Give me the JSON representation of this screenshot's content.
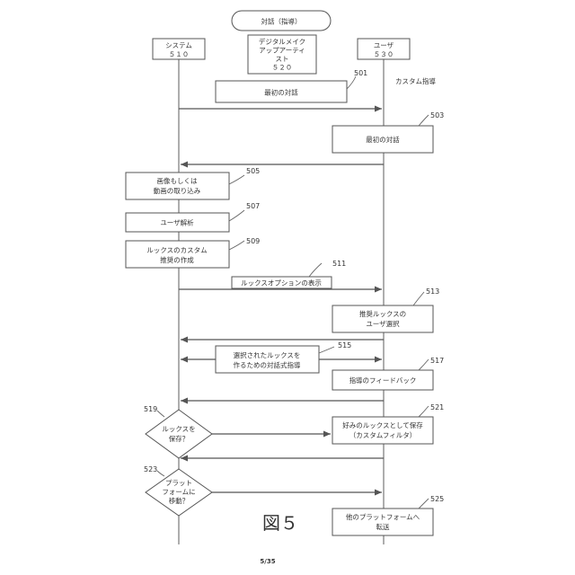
{
  "title": "対話（指導）",
  "participants": {
    "system": [
      "システム",
      "５１０"
    ],
    "artist": [
      "デジタルメイク",
      "アップアーティ",
      "スト",
      "５２０"
    ],
    "user": [
      "ユーザ",
      "５３０"
    ]
  },
  "custom_guidance": "カスタム指導",
  "steps": {
    "s501": {
      "ref": "501",
      "lines": [
        "最初の対話"
      ]
    },
    "s503": {
      "ref": "503",
      "lines": [
        "最初の対話"
      ]
    },
    "s505": {
      "ref": "505",
      "lines": [
        "画像もしくは",
        "動画の取り込み"
      ]
    },
    "s507": {
      "ref": "507",
      "lines": [
        "ユーザ解析"
      ]
    },
    "s509": {
      "ref": "509",
      "lines": [
        "ルックスのカスタム",
        "推奨の作成"
      ]
    },
    "s511": {
      "ref": "511",
      "lines": [
        "ルックスオプションの表示"
      ]
    },
    "s513": {
      "ref": "513",
      "lines": [
        "推奨ルックスの",
        "ユーザ選択"
      ]
    },
    "s515": {
      "ref": "515",
      "lines": [
        "選択されたルックスを",
        "作るための対話式指導"
      ]
    },
    "s517": {
      "ref": "517",
      "lines": [
        "指導のフィードバック"
      ]
    },
    "s519": {
      "ref": "519",
      "lines": [
        "ルックスを",
        "保存？"
      ]
    },
    "s521": {
      "ref": "521",
      "lines": [
        "好みのルックスとして保存",
        "（カスタムフィルタ）"
      ]
    },
    "s523": {
      "ref": "523",
      "lines": [
        "プラット",
        "フォームに",
        "移動？"
      ]
    },
    "s525": {
      "ref": "525",
      "lines": [
        "他のプラットフォームへ",
        "転送"
      ]
    }
  },
  "figure_label": "図５",
  "page_number": "5/35"
}
